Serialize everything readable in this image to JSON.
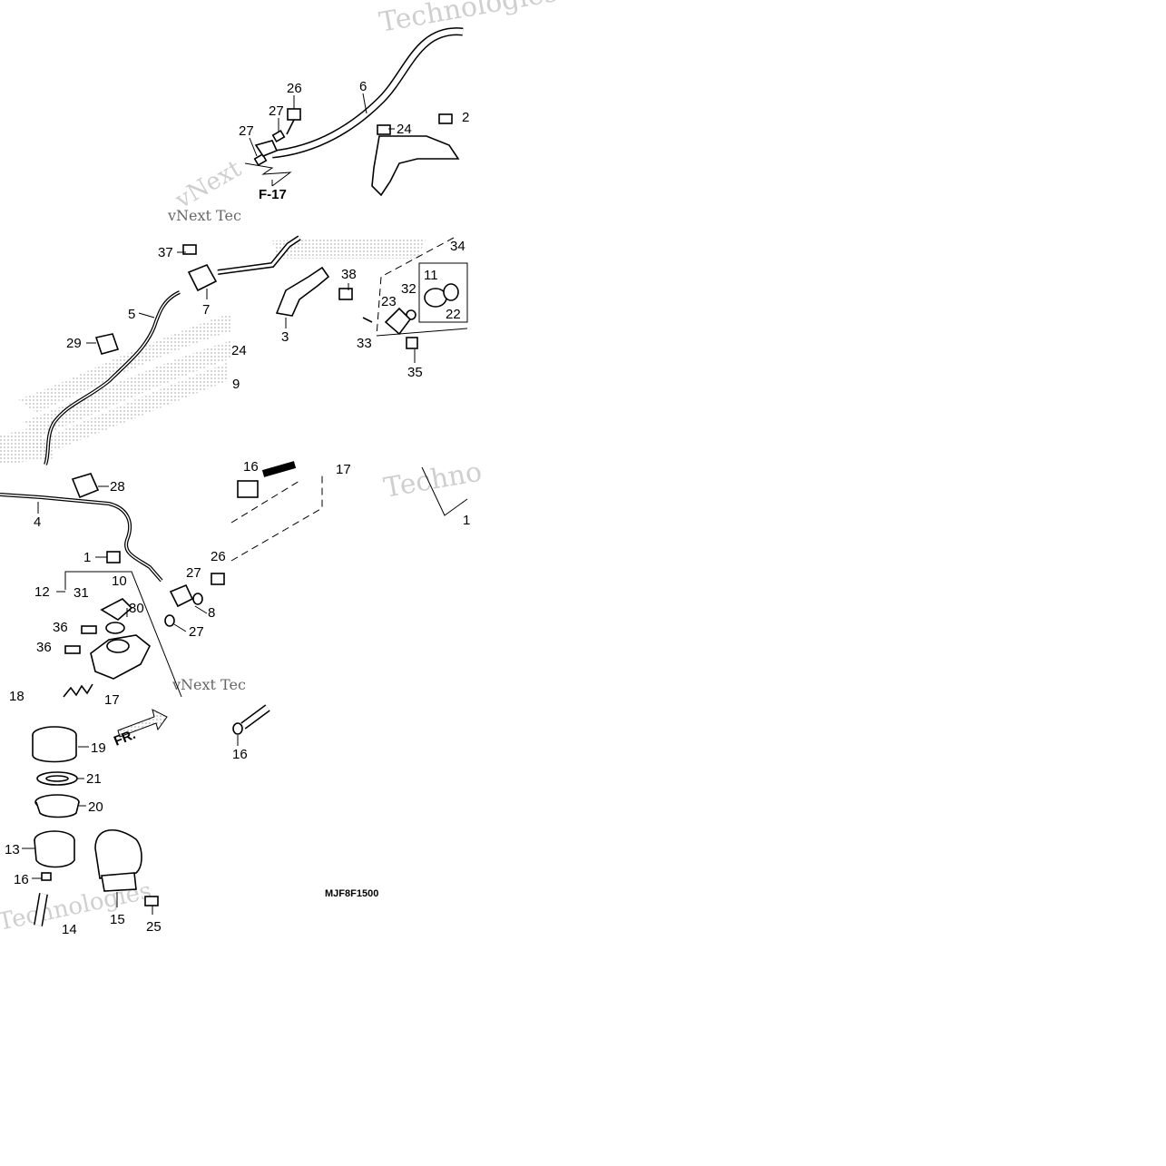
{
  "diagram": {
    "code": "MJF8F1500",
    "reference": "F-17",
    "direction_label": "FR.",
    "watermark_texts": [
      "Technologies",
      "vNext Tec",
      "Techno",
      "vNext"
    ],
    "callouts": {
      "c26a": "26",
      "c6": "6",
      "c27a": "27",
      "c27b": "27",
      "c24a": "24",
      "c2": "2",
      "c37": "37",
      "c38": "38",
      "c34": "34",
      "c11": "11",
      "c32": "32",
      "c23": "23",
      "c22": "22",
      "c5": "5",
      "c7": "7",
      "c3": "3",
      "c33": "33",
      "c35": "35",
      "c29": "29",
      "c24b": "24",
      "c9": "9",
      "c28": "28",
      "c4": "4",
      "c1": "1",
      "c26b": "26",
      "c10": "10",
      "c27c": "27",
      "c12": "12",
      "c31": "31",
      "c30": "30",
      "c8": "8",
      "c36a": "36",
      "c27d": "27",
      "c36b": "36",
      "c18": "18",
      "c17a": "17",
      "c17b": "17",
      "c16a": "16",
      "c1b": "1",
      "c19": "19",
      "c21": "21",
      "c20": "20",
      "c13": "13",
      "c16b": "16",
      "c15": "15",
      "c25": "25",
      "c14": "14"
    }
  }
}
